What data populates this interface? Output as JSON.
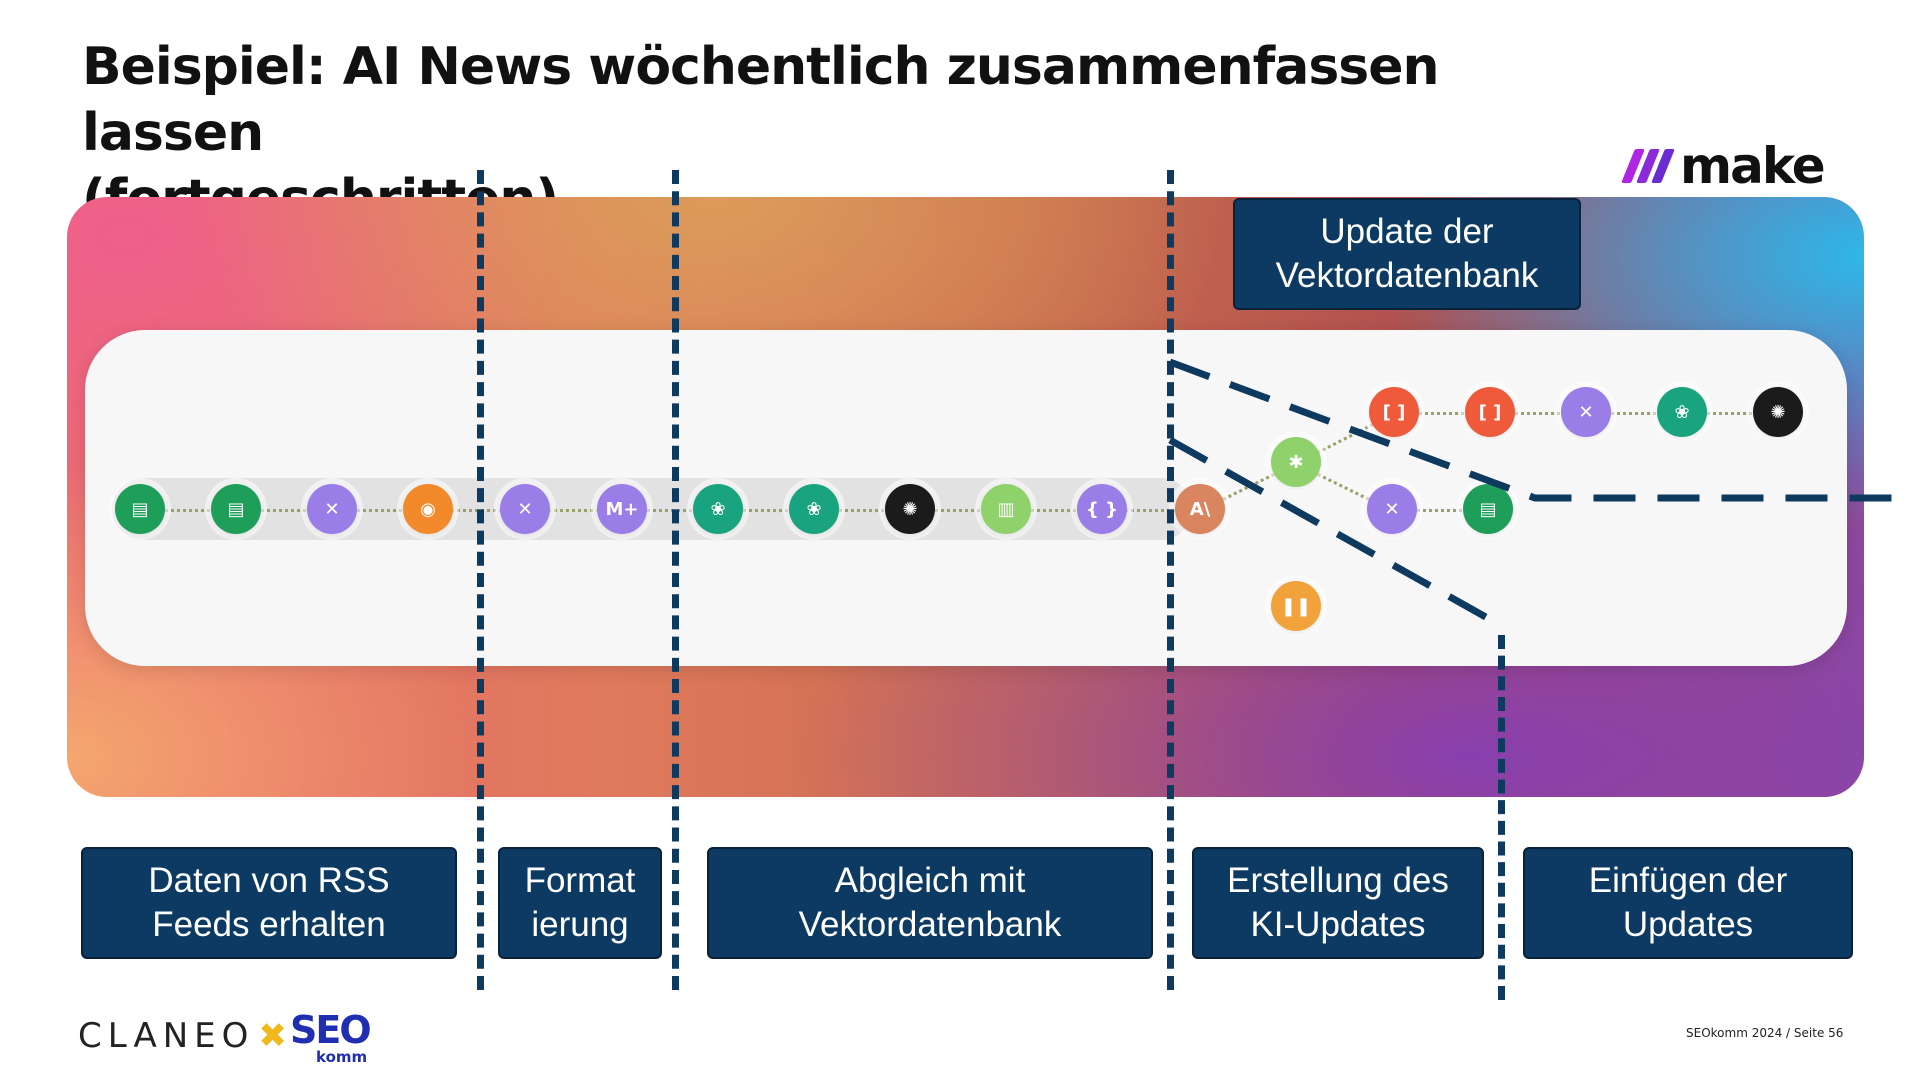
{
  "title": {
    "line1": "Beispiel: AI News wöchentlich zusammenfassen lassen",
    "line2": "(fortgeschritten)"
  },
  "brand": {
    "make_word": "make",
    "mark_colors": [
      "#b025e3",
      "#8c2ad9",
      "#6a2bd3"
    ]
  },
  "stages": [
    {
      "line1": "Daten von RSS",
      "line2": "Feeds erhalten"
    },
    {
      "line1": "Format",
      "line2": "ierung"
    },
    {
      "line1": "Abgleich mit",
      "line2": "Vektordatenbank"
    },
    {
      "line1": "Erstellung des",
      "line2": "KI-Updates"
    },
    {
      "line1": "Einfügen der",
      "line2": "Updates"
    }
  ],
  "top_box": {
    "line1": "Update der",
    "line2": "Vektordatenbank"
  },
  "modules": [
    {
      "icon": "google-sheets-icon",
      "glyph": "▤",
      "color": "#1e9e58"
    },
    {
      "icon": "google-sheets-icon",
      "glyph": "▤",
      "color": "#1e9e58"
    },
    {
      "icon": "tools-icon",
      "glyph": "✕",
      "color": "#9b7de8"
    },
    {
      "icon": "rss-icon",
      "glyph": "◉",
      "color": "#f2892b"
    },
    {
      "icon": "tools-icon",
      "glyph": "✕",
      "color": "#9b7de8"
    },
    {
      "icon": "markdown-icon",
      "glyph": "M+",
      "color": "#9b7de8"
    },
    {
      "icon": "openai-icon",
      "glyph": "❀",
      "color": "#1aa37f"
    },
    {
      "icon": "openai-icon",
      "glyph": "❀",
      "color": "#1aa37f"
    },
    {
      "icon": "pinecone-icon",
      "glyph": "✺",
      "color": "#1b1b1b"
    },
    {
      "icon": "array-aggregator-icon",
      "glyph": "▥",
      "color": "#8fd16a"
    },
    {
      "icon": "json-icon",
      "glyph": "{ }",
      "color": "#9b7de8"
    },
    {
      "icon": "anthropic-icon",
      "glyph": "A\\",
      "color": "#d9855f"
    },
    {
      "icon": "router-icon",
      "glyph": "✱",
      "color": "#8fd16a"
    },
    {
      "icon": "tools-icon",
      "glyph": "✕",
      "color": "#9b7de8"
    },
    {
      "icon": "google-sheets-icon",
      "glyph": "▤",
      "color": "#1e9e58"
    },
    {
      "icon": "break-icon",
      "glyph": "❚❚",
      "color": "#f2a23a"
    },
    {
      "icon": "json-icon",
      "glyph": "[ ]",
      "color": "#ef5a3b"
    },
    {
      "icon": "json-icon",
      "glyph": "[ ]",
      "color": "#ef5a3b"
    },
    {
      "icon": "tools-icon",
      "glyph": "✕",
      "color": "#9b7de8"
    },
    {
      "icon": "openai-icon",
      "glyph": "❀",
      "color": "#1aa37f"
    },
    {
      "icon": "pinecone-icon",
      "glyph": "✺",
      "color": "#1b1b1b"
    }
  ],
  "footer": {
    "claneo": "CLANEO",
    "cross": "✖",
    "seo": "SEO",
    "komm": "komm",
    "page": "SEOkomm 2024 / Seite 56"
  }
}
